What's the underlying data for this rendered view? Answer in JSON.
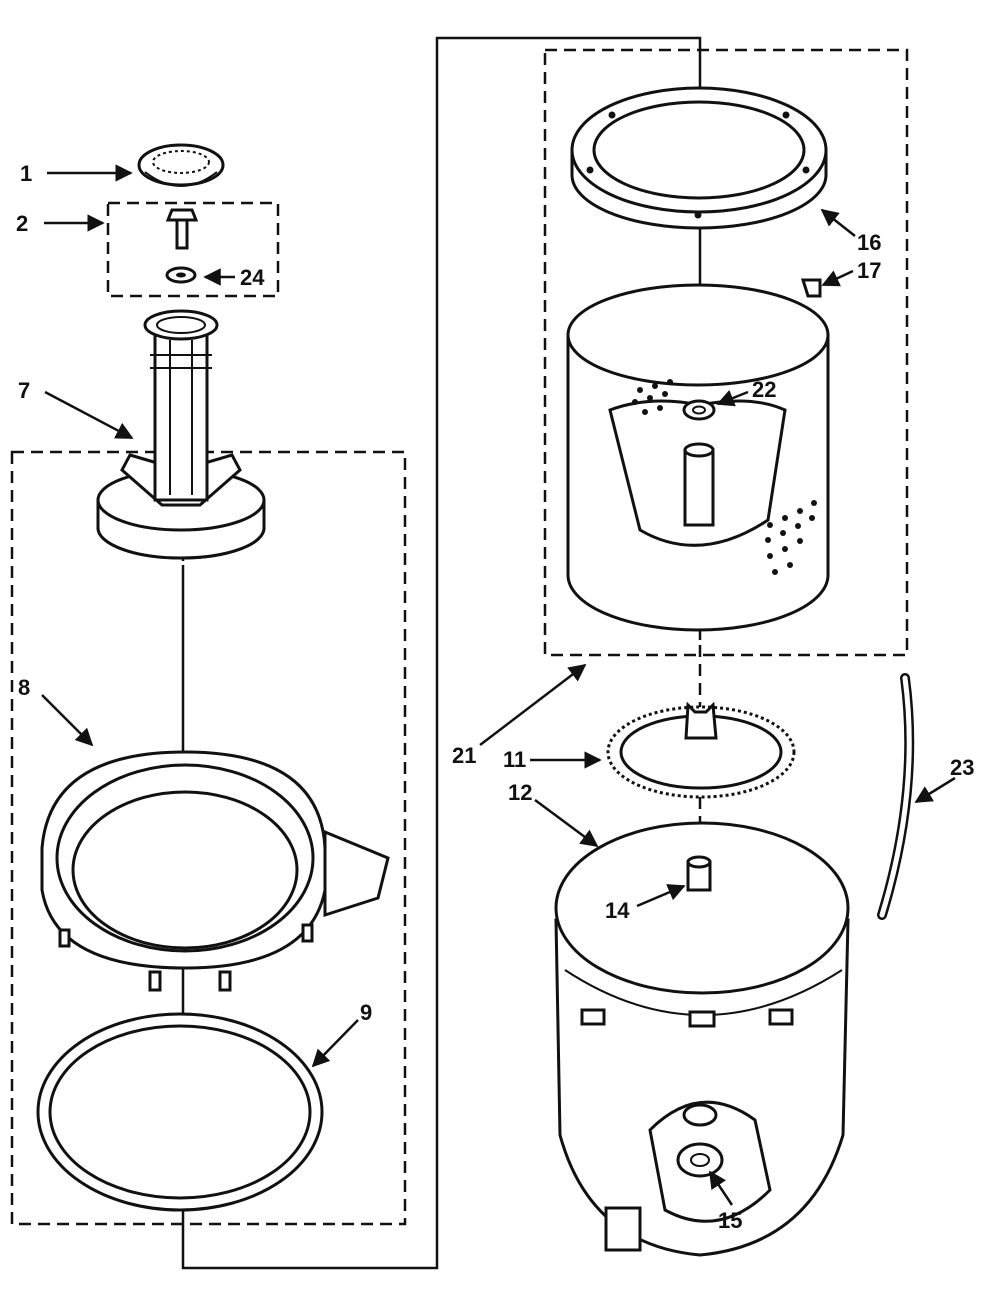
{
  "labels": {
    "l1": "1",
    "l2": "2",
    "l24": "24",
    "l7": "7",
    "l8": "8",
    "l9": "9",
    "l16": "16",
    "l17": "17",
    "l22": "22",
    "l21": "21",
    "l11": "11",
    "l12": "12",
    "l23": "23",
    "l14": "14",
    "l15": "15"
  },
  "colors": {
    "ink": "#111111",
    "paper": "#ffffff"
  }
}
